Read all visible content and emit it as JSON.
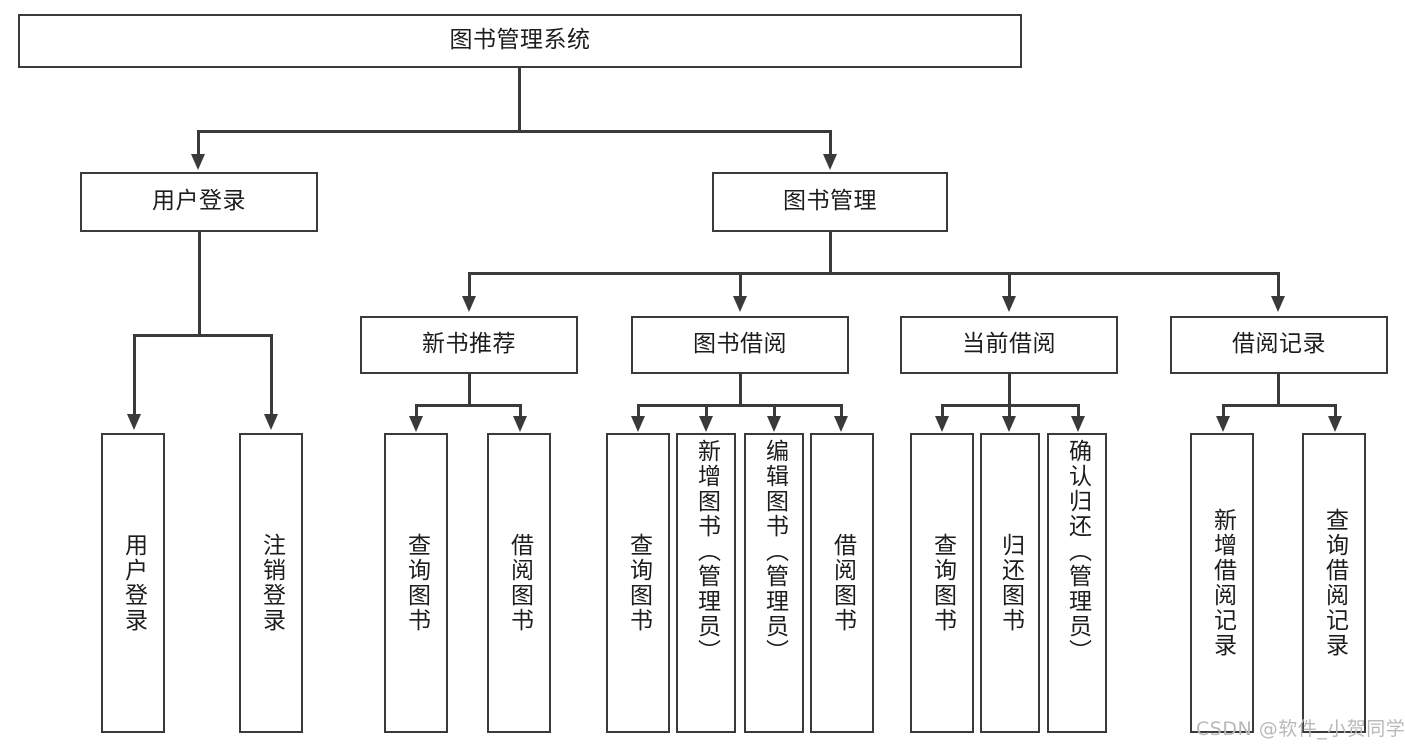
{
  "diagram": {
    "title": "图书管理系统",
    "type": "hierarchy-tree",
    "watermark": "CSDN @软件_小贺同学",
    "colors": {
      "stroke": "#3a3a3a",
      "fill": "#ffffff",
      "text": "#1d1d1d",
      "watermark": "#b9b9b9"
    },
    "levels": {
      "root": {
        "label": "图书管理系统"
      },
      "level2": [
        {
          "label": "用户登录"
        },
        {
          "label": "图书管理"
        }
      ],
      "level3": [
        {
          "label": "新书推荐"
        },
        {
          "label": "图书借阅"
        },
        {
          "label": "当前借阅"
        },
        {
          "label": "借阅记录"
        }
      ],
      "leaves": [
        {
          "label": "用户登录",
          "parent": "用户登录"
        },
        {
          "label": "注销登录",
          "parent": "用户登录"
        },
        {
          "label": "查询图书",
          "parent": "新书推荐"
        },
        {
          "label": "借阅图书",
          "parent": "新书推荐"
        },
        {
          "label": "查询图书",
          "parent": "图书借阅"
        },
        {
          "label": "新增图书（管理员）",
          "parent": "图书借阅"
        },
        {
          "label": "编辑图书（管理员）",
          "parent": "图书借阅"
        },
        {
          "label": "借阅图书",
          "parent": "图书借阅"
        },
        {
          "label": "查询图书",
          "parent": "当前借阅"
        },
        {
          "label": "归还图书",
          "parent": "当前借阅"
        },
        {
          "label": "确认归还（管理员）",
          "parent": "当前借阅"
        },
        {
          "label": "新增借阅记录",
          "parent": "借阅记录"
        },
        {
          "label": "查询借阅记录",
          "parent": "借阅记录"
        }
      ]
    }
  }
}
